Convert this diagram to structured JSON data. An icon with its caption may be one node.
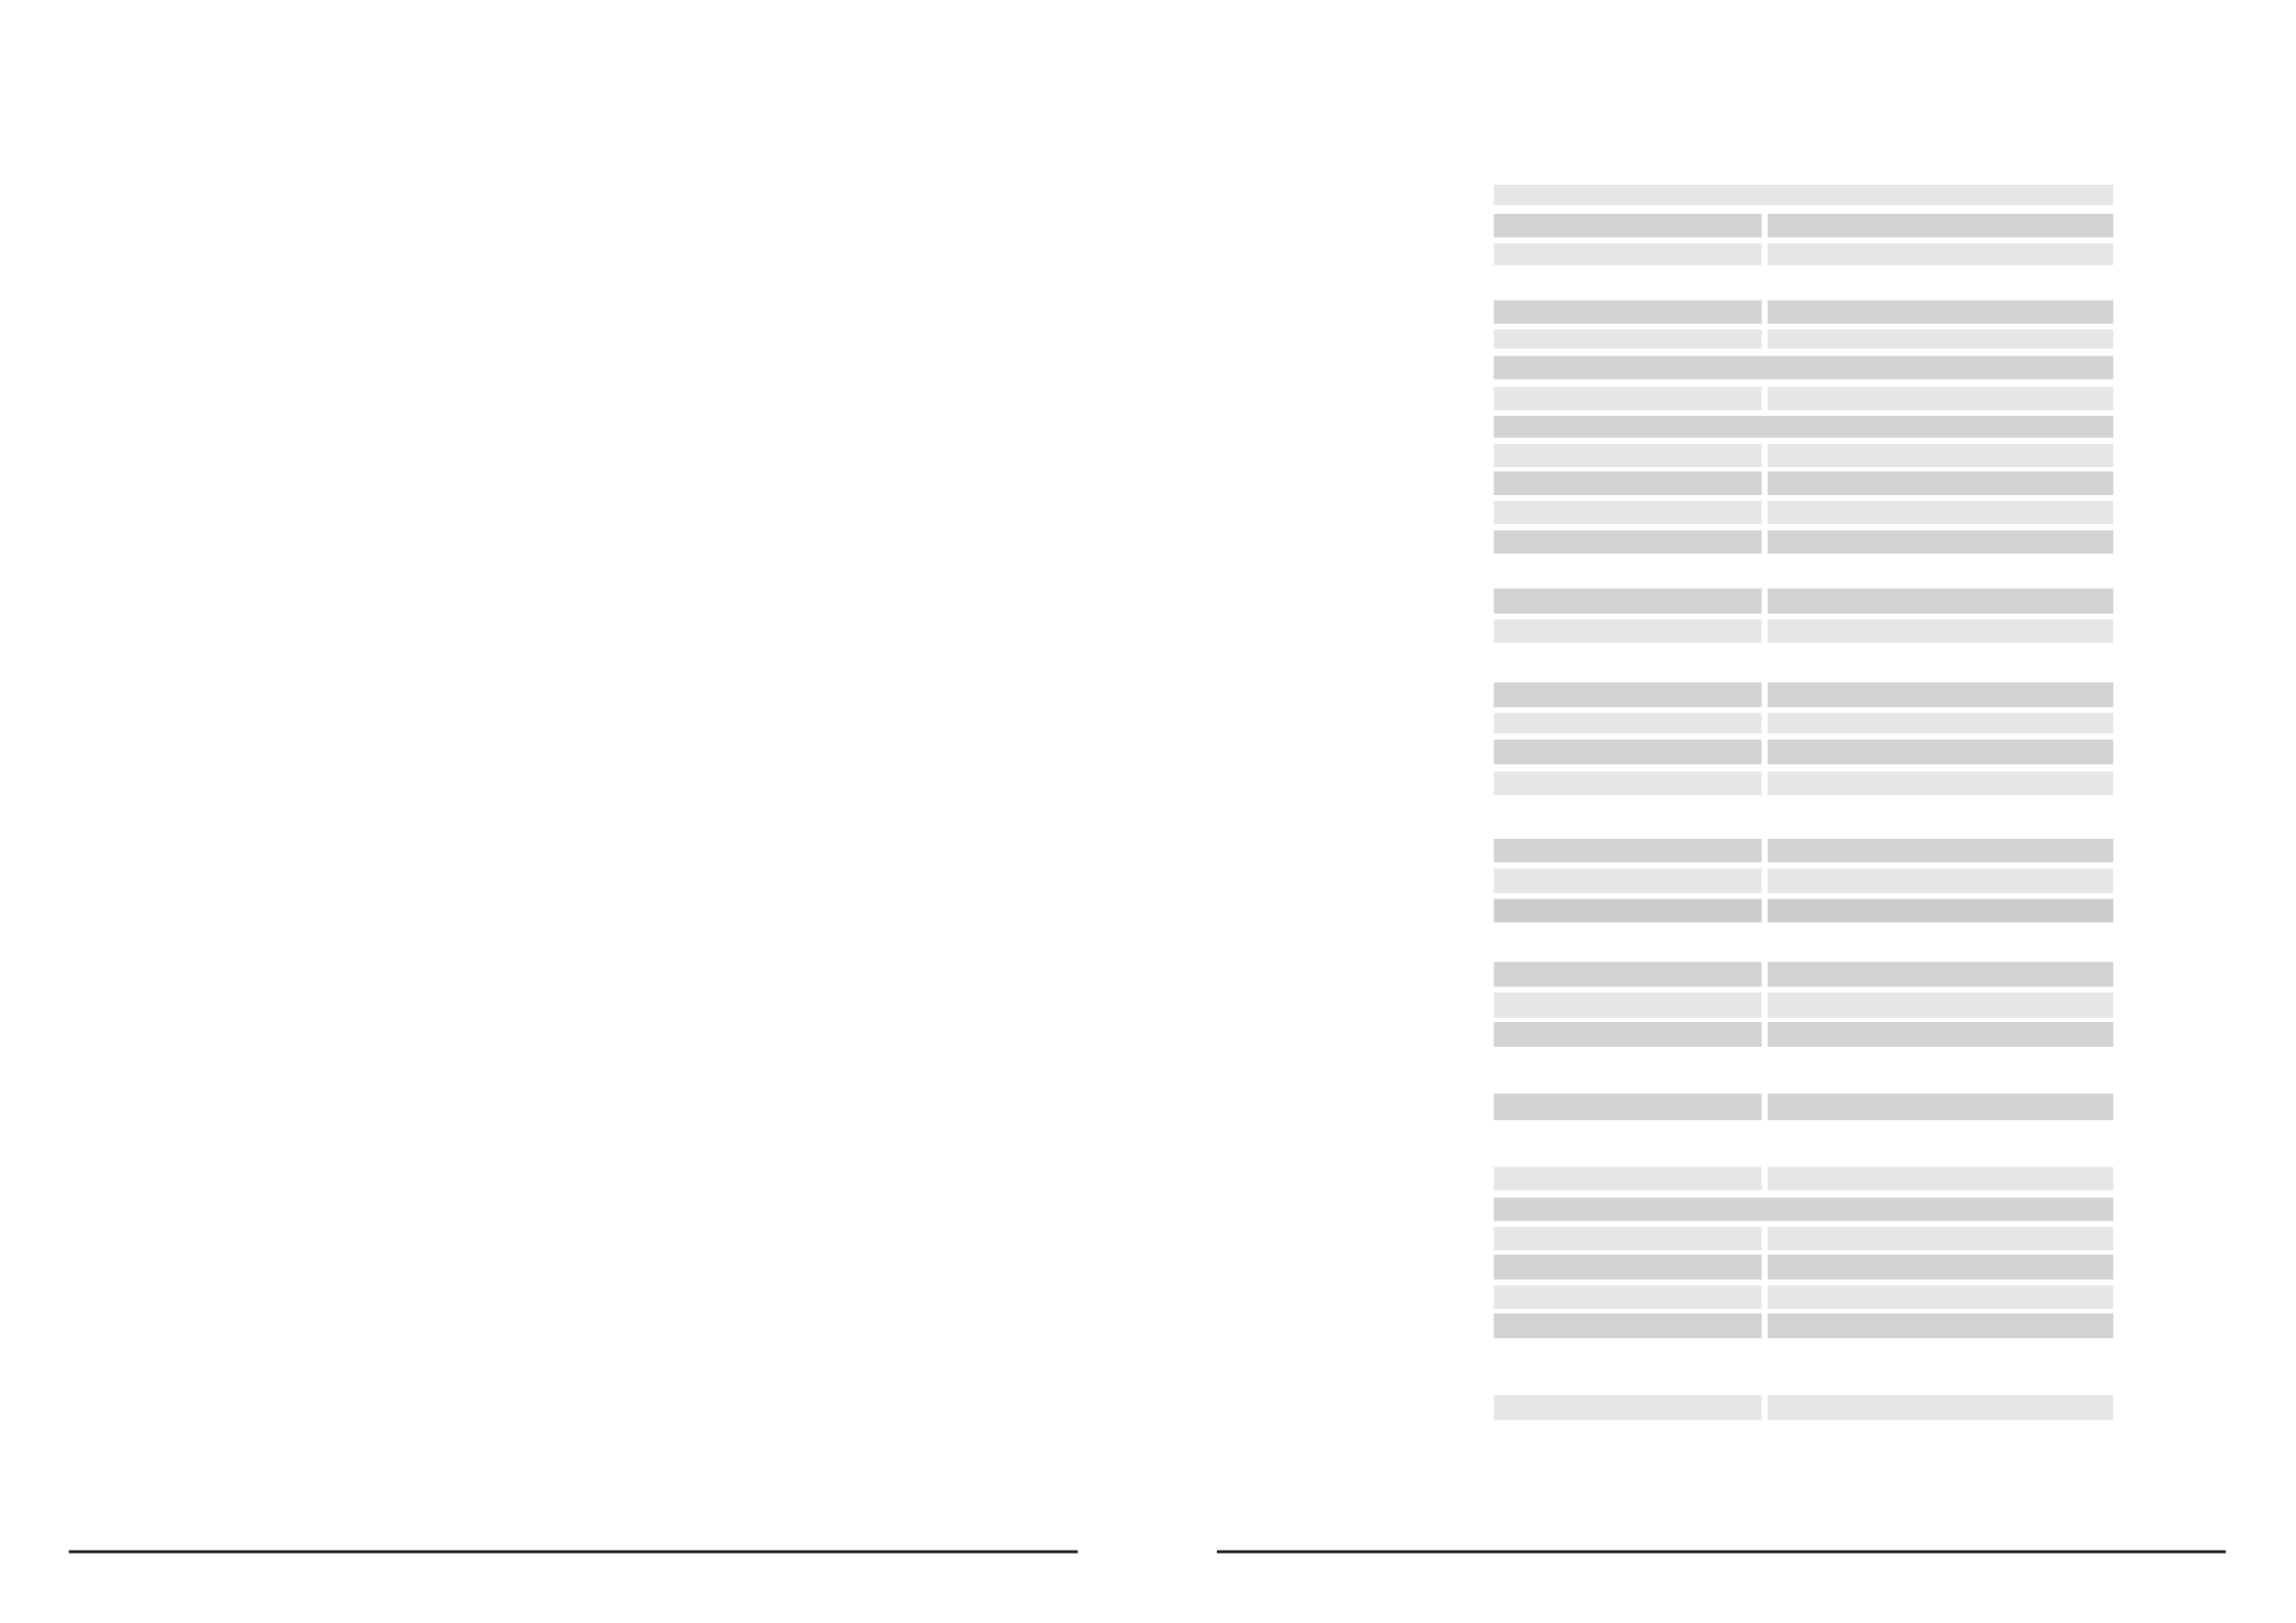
{
  "diagram": {
    "nodes": [
      {
        "text": [],
        "shape": "bar"
      },
      {
        "text": [],
        "shape": "bar"
      },
      {
        "text": [],
        "shape": "bar"
      },
      {
        "text": [],
        "shape": "bar"
      },
      {
        "text": [],
        "shape": "bar"
      },
      {
        "text": [],
        "shape": "bar"
      },
      {
        "text": [],
        "shape": "bar"
      },
      {
        "text": [],
        "shape": "bar"
      },
      {
        "text": [],
        "shape": "bar"
      },
      {
        "text": [],
        "shape": "bar"
      },
      {
        "text": [],
        "shape": "bar"
      },
      {
        "text": [],
        "shape": "bar"
      },
      {
        "text": [],
        "shape": "bar"
      },
      {
        "text": [],
        "shape": "bar"
      },
      {
        "text": [],
        "shape": "bar"
      },
      {
        "text": [],
        "shape": "bar"
      },
      {
        "text": [],
        "shape": "bar"
      },
      {
        "text": [],
        "shape": "bar"
      },
      {
        "text": [],
        "shape": "bar"
      },
      {
        "text": [],
        "shape": "bar"
      },
      {
        "text": [],
        "shape": "bar"
      },
      {
        "text": [],
        "shape": "bar"
      },
      {
        "text": [],
        "shape": "bar"
      },
      {
        "text": [],
        "shape": "bar"
      },
      {
        "text": [],
        "shape": "bar"
      },
      {
        "text": [],
        "shape": "bar"
      },
      {
        "text": [],
        "shape": "bar"
      },
      {
        "text": [],
        "shape": "bar"
      },
      {
        "text": [],
        "shape": "bar"
      },
      {
        "text": [],
        "shape": "bar"
      },
      {
        "text": [],
        "shape": "bar"
      },
      {
        "text": [],
        "shape": "bar"
      },
      {
        "text": [],
        "shape": "bar"
      },
      {
        "text": [],
        "shape": "bar"
      },
      {
        "text": [],
        "shape": "bar"
      },
      {
        "text": [],
        "shape": "bar"
      },
      {
        "text": [],
        "shape": "bar"
      },
      {
        "text": [],
        "shape": "bar"
      },
      {
        "text": [],
        "shape": "bar"
      },
      {
        "text": [],
        "shape": "bar"
      },
      {
        "text": [],
        "shape": "bar"
      },
      {
        "text": [],
        "shape": "bar"
      },
      {
        "text": [],
        "shape": "bar"
      },
      {
        "text": [],
        "shape": "bar"
      },
      {
        "text": [],
        "shape": "bar"
      },
      {
        "text": [],
        "shape": "bar"
      },
      {
        "text": [],
        "shape": "bar"
      },
      {
        "text": [],
        "shape": "bar"
      },
      {
        "text": [],
        "shape": "bar"
      },
      {
        "text": [],
        "shape": "bar"
      },
      {
        "text": [],
        "shape": "bar"
      },
      {
        "text": [],
        "shape": "bar"
      },
      {
        "text": [],
        "shape": "bar"
      },
      {
        "text": [],
        "shape": "bar"
      },
      {
        "text": [],
        "shape": "bar"
      },
      {
        "text": [],
        "shape": "bar"
      },
      {
        "text": [],
        "shape": "bar"
      },
      {
        "text": [],
        "shape": "bar"
      },
      {
        "text": [],
        "shape": "bar"
      },
      {
        "text": [],
        "shape": "bar"
      }
    ]
  }
}
